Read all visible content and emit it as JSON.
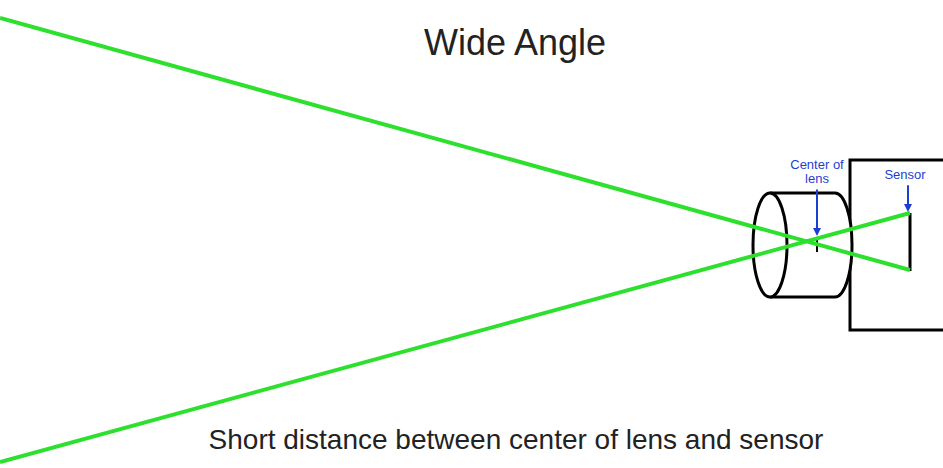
{
  "diagram": {
    "title": "Wide Angle",
    "caption": "Short distance between center of lens and sensor",
    "labels": [
      "Center of lens",
      "Sensor"
    ]
  }
}
